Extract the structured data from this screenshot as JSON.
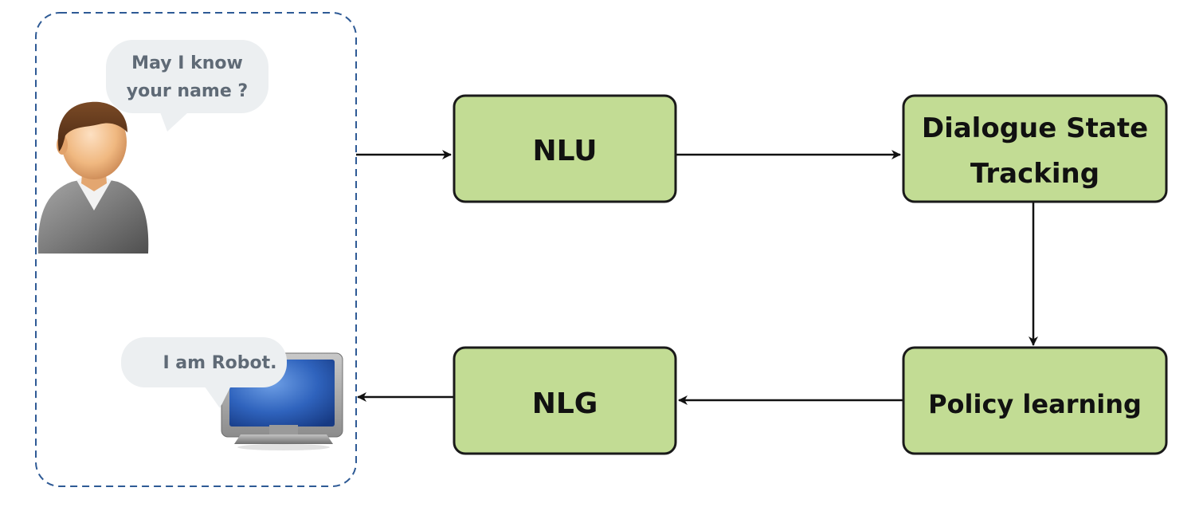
{
  "user_bubble": {
    "line1": "May I know",
    "line2": "your name ?"
  },
  "robot_bubble": {
    "text": "I am Robot."
  },
  "modules": {
    "nlu": "NLU",
    "dst_line1": "Dialogue State",
    "dst_line2": "Tracking",
    "policy": "Policy learning",
    "nlg": "NLG"
  },
  "colors": {
    "module_fill": "#c2dc94",
    "module_stroke": "#1a1a1a",
    "frame_stroke": "#2e5a95",
    "bubble_fill": "#eceff1",
    "bubble_text": "#5f6a76",
    "arrow": "#111111"
  },
  "icons": {
    "user": "user-avatar-icon",
    "robot": "computer-monitor-icon"
  }
}
